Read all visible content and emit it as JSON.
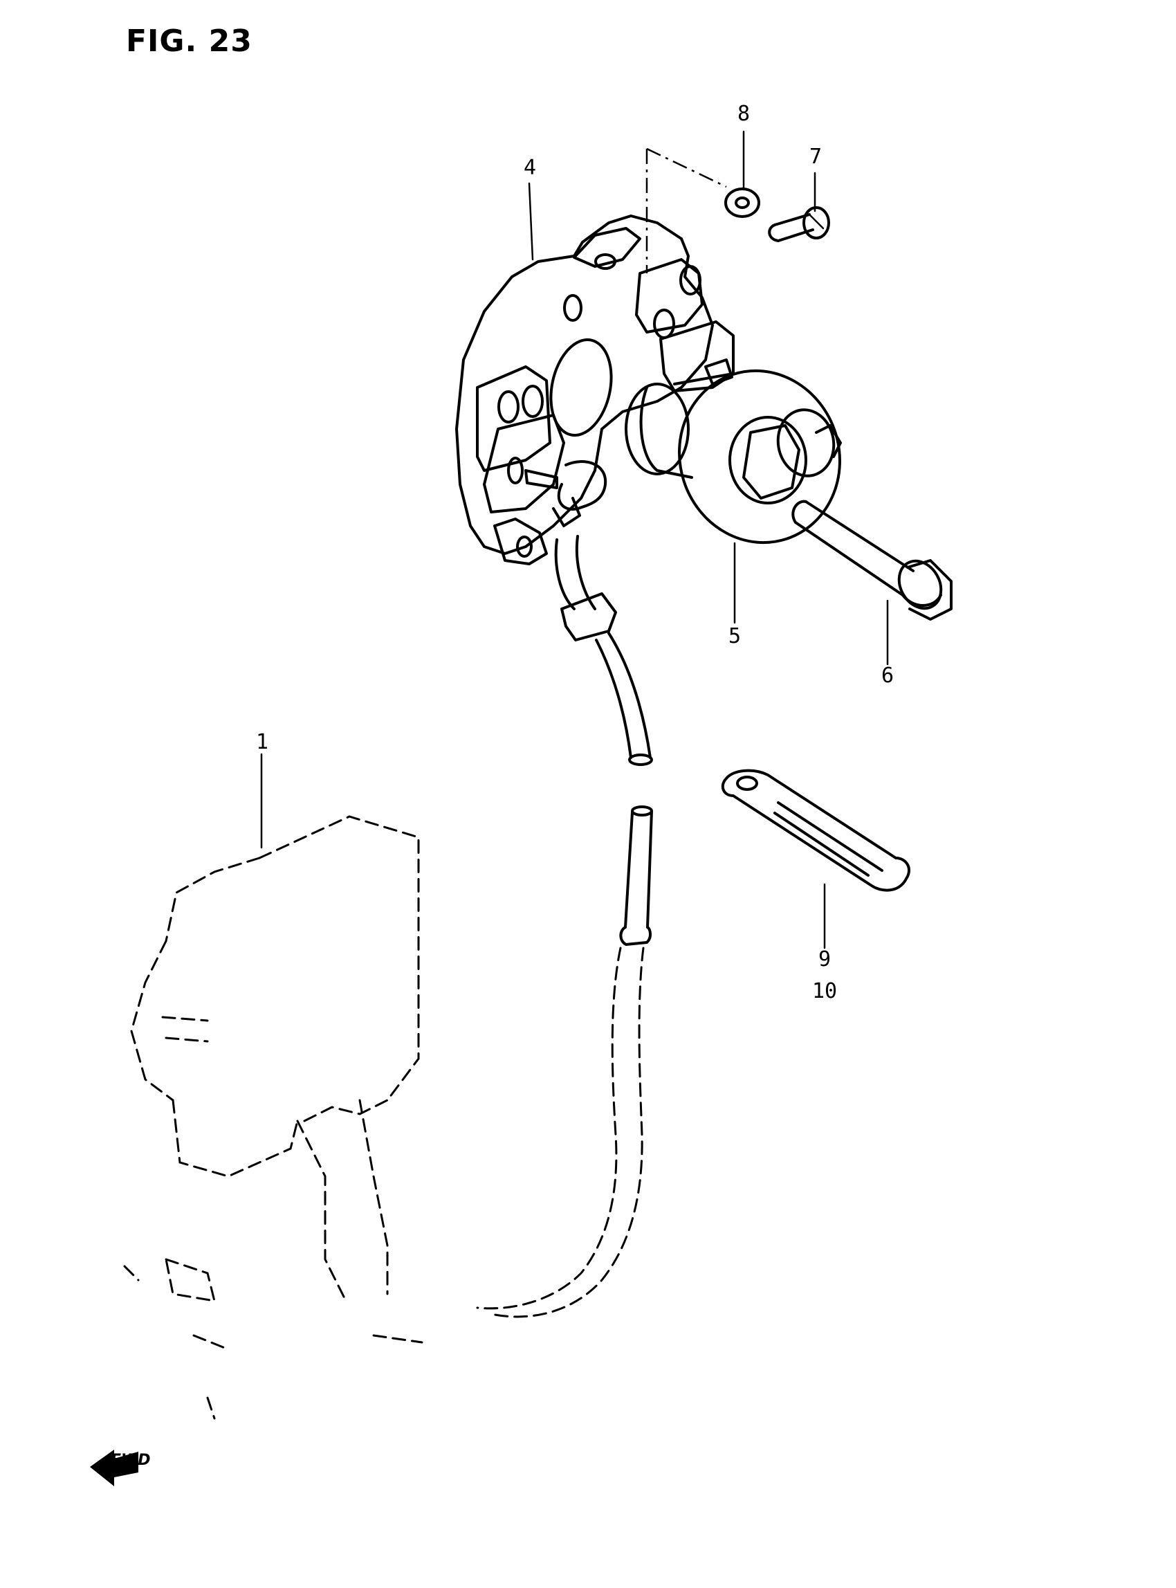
{
  "figure": {
    "title": "FIG. 23"
  },
  "callouts": [
    {
      "id": "1",
      "label": "1"
    },
    {
      "id": "4",
      "label": "4"
    },
    {
      "id": "5",
      "label": "5"
    },
    {
      "id": "6",
      "label": "6"
    },
    {
      "id": "7",
      "label": "7"
    },
    {
      "id": "8",
      "label": "8"
    },
    {
      "id": "9",
      "label": "9"
    },
    {
      "id": "10",
      "label": "10"
    }
  ],
  "fwd_marker": {
    "text": "FWD",
    "icon": "fwd-arrow-icon"
  }
}
